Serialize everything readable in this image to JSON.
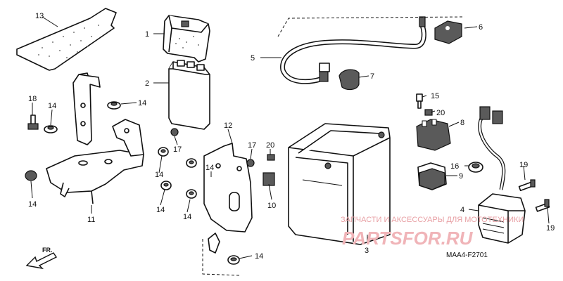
{
  "diagram": {
    "code": "MAA4-F2701",
    "watermark": {
      "top": "ЗАПЧАСТИ И АКСЕССУАРЫ ДЛЯ МОТОТЕХНИКИ",
      "logo": "PARTSFOR.RU"
    },
    "direction": "FR.",
    "callouts": [
      {
        "id": "c1",
        "text": "1"
      },
      {
        "id": "c2",
        "text": "2"
      },
      {
        "id": "c3",
        "text": "3"
      },
      {
        "id": "c4",
        "text": "4"
      },
      {
        "id": "c5",
        "text": "5"
      },
      {
        "id": "c6",
        "text": "6"
      },
      {
        "id": "c7",
        "text": "7"
      },
      {
        "id": "c8",
        "text": "8"
      },
      {
        "id": "c9",
        "text": "9"
      },
      {
        "id": "c10",
        "text": "10"
      },
      {
        "id": "c11",
        "text": "11"
      },
      {
        "id": "c12",
        "text": "12"
      },
      {
        "id": "c13",
        "text": "13"
      },
      {
        "id": "c14a",
        "text": "14"
      },
      {
        "id": "c14b",
        "text": "14"
      },
      {
        "id": "c14c",
        "text": "14"
      },
      {
        "id": "c14d",
        "text": "14"
      },
      {
        "id": "c14e",
        "text": "14"
      },
      {
        "id": "c14f",
        "text": "14"
      },
      {
        "id": "c14g",
        "text": "14"
      },
      {
        "id": "c15",
        "text": "15"
      },
      {
        "id": "c16",
        "text": "16"
      },
      {
        "id": "c17a",
        "text": "17"
      },
      {
        "id": "c17b",
        "text": "17"
      },
      {
        "id": "c18",
        "text": "18"
      },
      {
        "id": "c19a",
        "text": "19"
      },
      {
        "id": "c19b",
        "text": "19"
      },
      {
        "id": "c20a",
        "text": "20"
      },
      {
        "id": "c20b",
        "text": "20"
      }
    ]
  }
}
